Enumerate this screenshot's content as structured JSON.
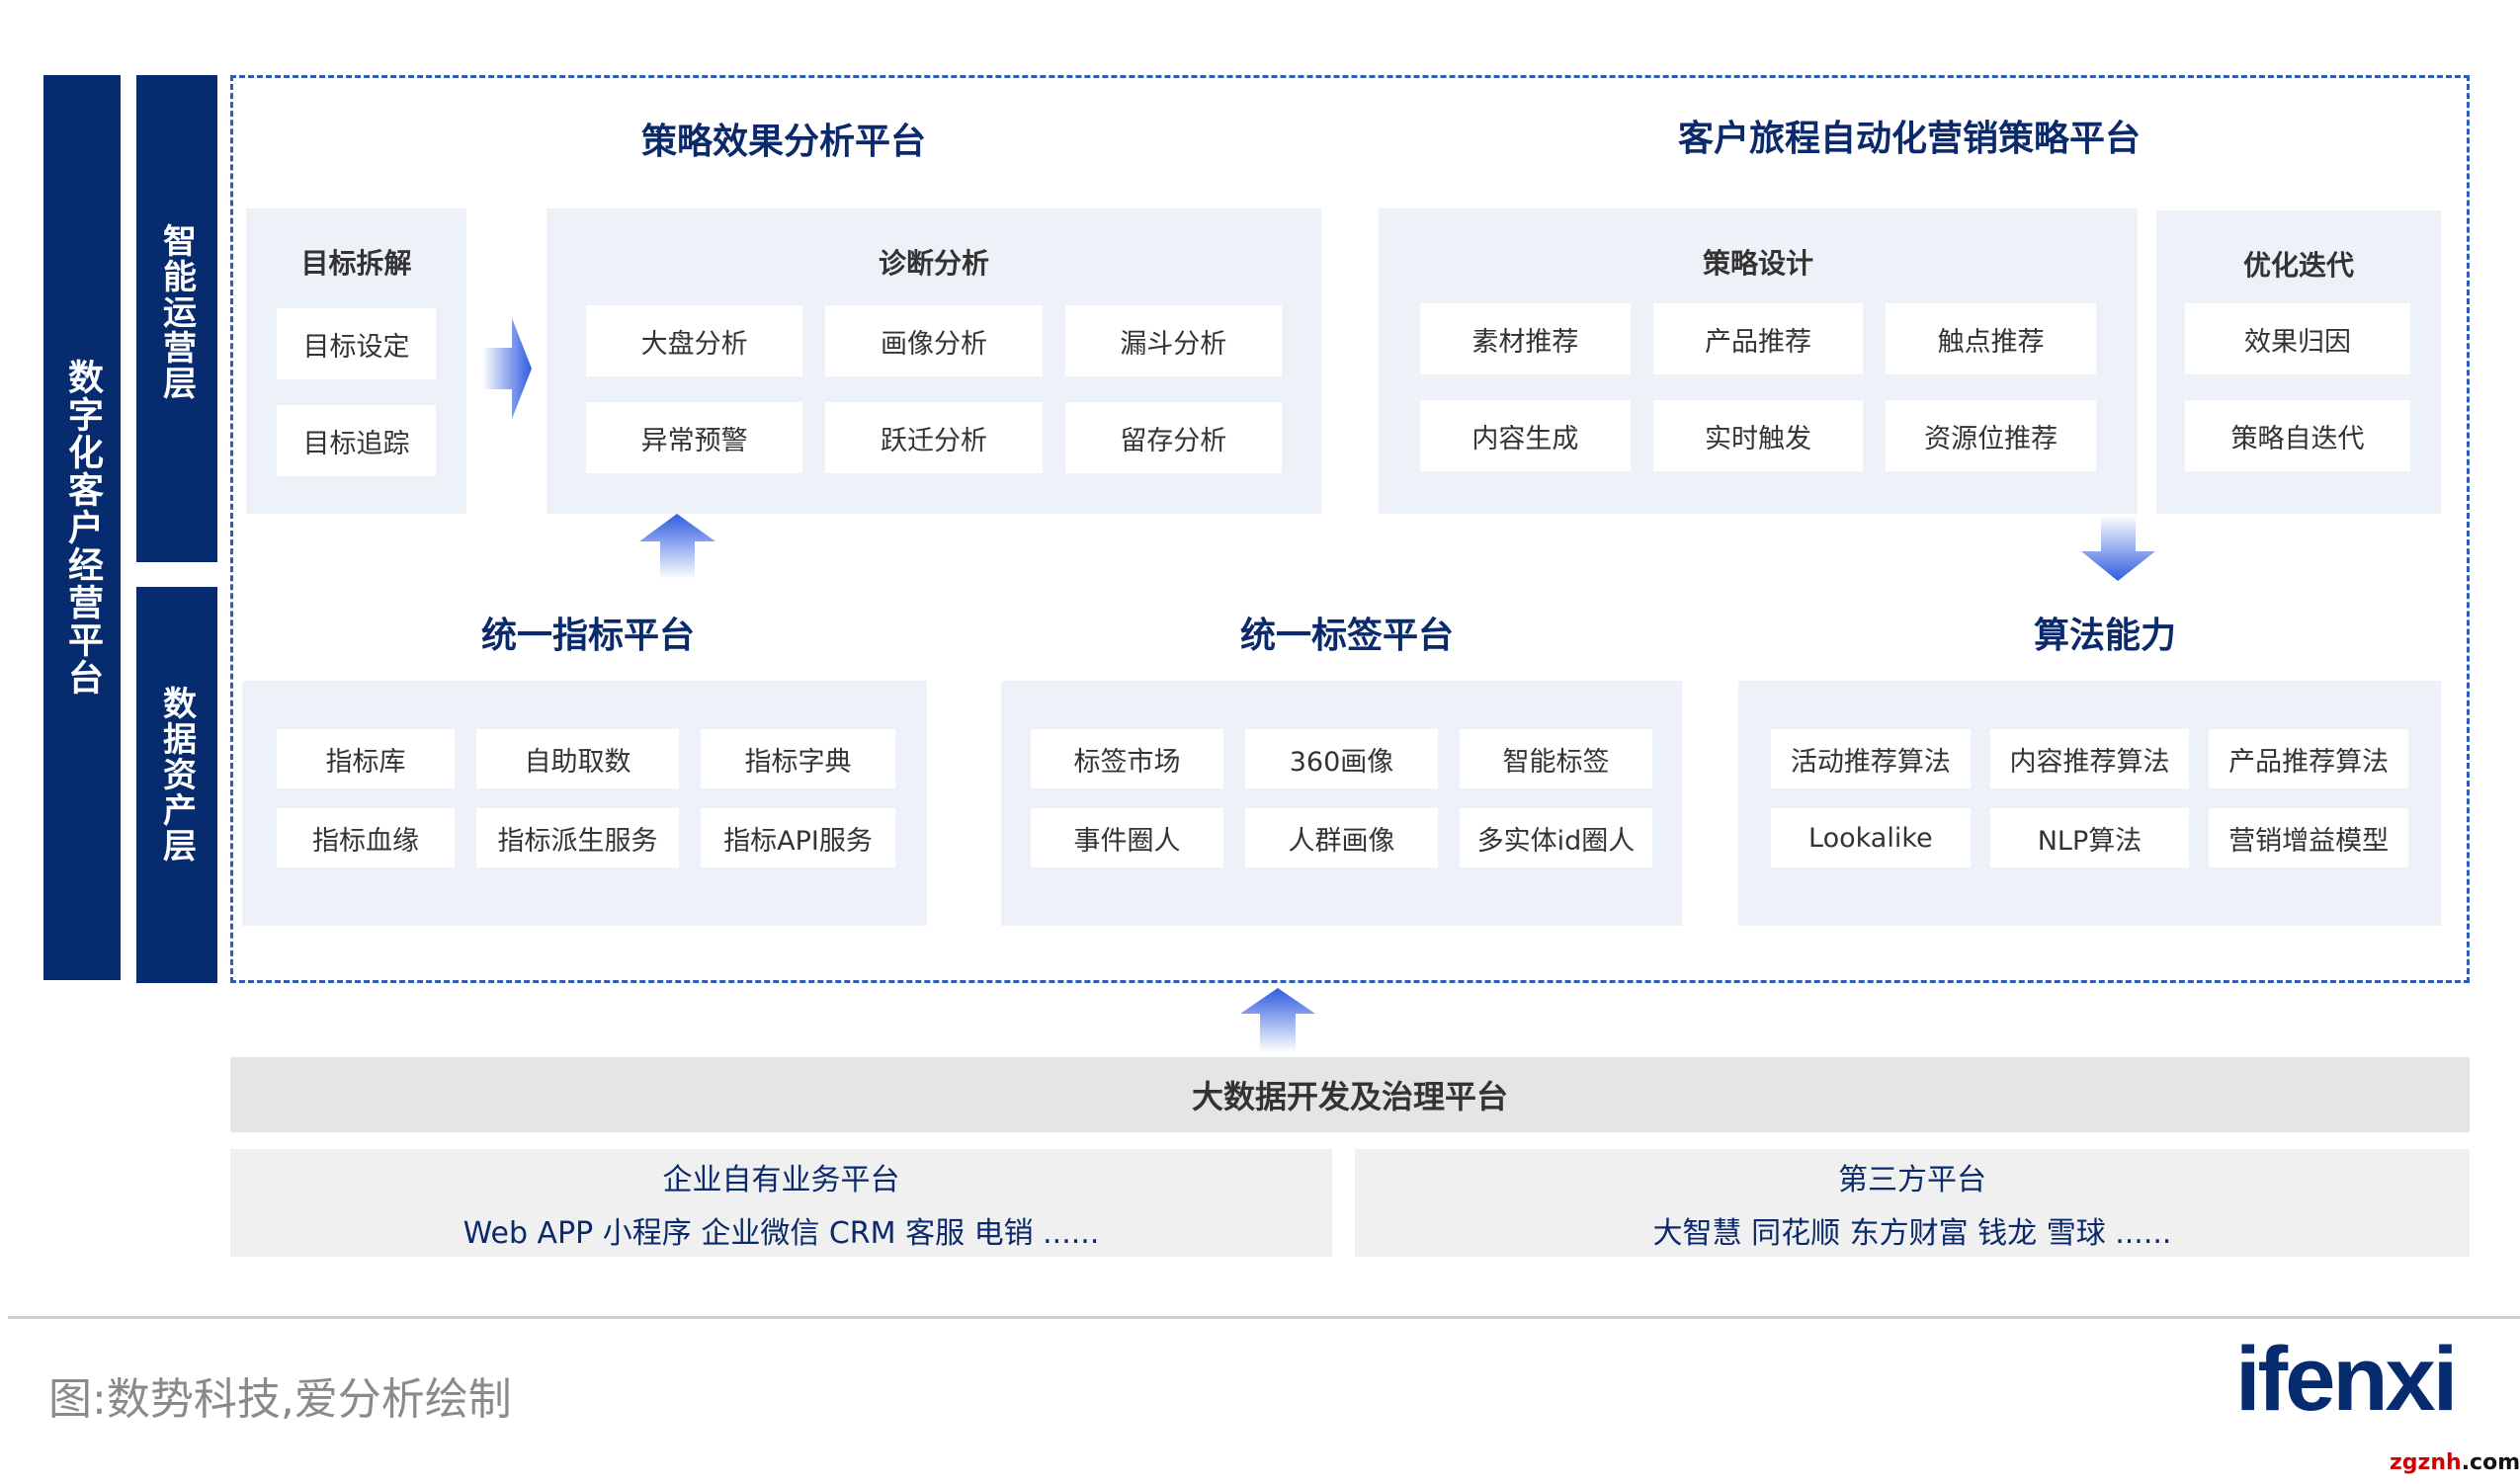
{
  "left_bar": {
    "label": "数字化客户经营平台"
  },
  "layers": {
    "ops": "智能运营层",
    "data": "数据资产层"
  },
  "titles": {
    "strategy_effect": "策略效果分析平台",
    "journey": "客户旅程自动化营销策略平台",
    "metrics": "统一指标平台",
    "tags": "统一标签平台",
    "algo": "算法能力"
  },
  "panels": {
    "goal": {
      "heading": "目标拆解",
      "items": [
        "目标设定",
        "目标追踪"
      ]
    },
    "diagnosis": {
      "heading": "诊断分析",
      "items": [
        "大盘分析",
        "画像分析",
        "漏斗分析",
        "异常预警",
        "跃迁分析",
        "留存分析"
      ]
    },
    "design": {
      "heading": "策略设计",
      "items": [
        "素材推荐",
        "产品推荐",
        "触点推荐",
        "内容生成",
        "实时触发",
        "资源位推荐"
      ]
    },
    "optimize": {
      "heading": "优化迭代",
      "items": [
        "效果归因",
        "策略自迭代"
      ]
    },
    "metrics": {
      "items": [
        "指标库",
        "自助取数",
        "指标字典",
        "指标血缘",
        "指标派生服务",
        "指标API服务"
      ]
    },
    "tags": {
      "items": [
        "标签市场",
        "360画像",
        "智能标签",
        "事件圈人",
        "人群画像",
        "多实体id圈人"
      ]
    },
    "algo": {
      "items": [
        "活动推荐算法",
        "内容推荐算法",
        "产品推荐算法",
        "Lookalike",
        "NLP算法",
        "营销增益模型"
      ]
    }
  },
  "bigdata": "大数据开发及治理平台",
  "sources": [
    {
      "title": "企业自有业务平台",
      "items": "Web APP 小程序 企业微信 CRM 客服 电销 ......"
    },
    {
      "title": "第三方平台",
      "items": "大智慧 同花顺 东方财富 钱龙 雪球 ......"
    }
  ],
  "caption": "图:数势科技,爱分析绘制",
  "logo": "ifenxi",
  "watermark": {
    "a": "zgznh",
    "b": ".com"
  },
  "colors": {
    "navy": "#062b6e",
    "panel": "#edf2f9",
    "arrow": "#2f5ce0"
  }
}
